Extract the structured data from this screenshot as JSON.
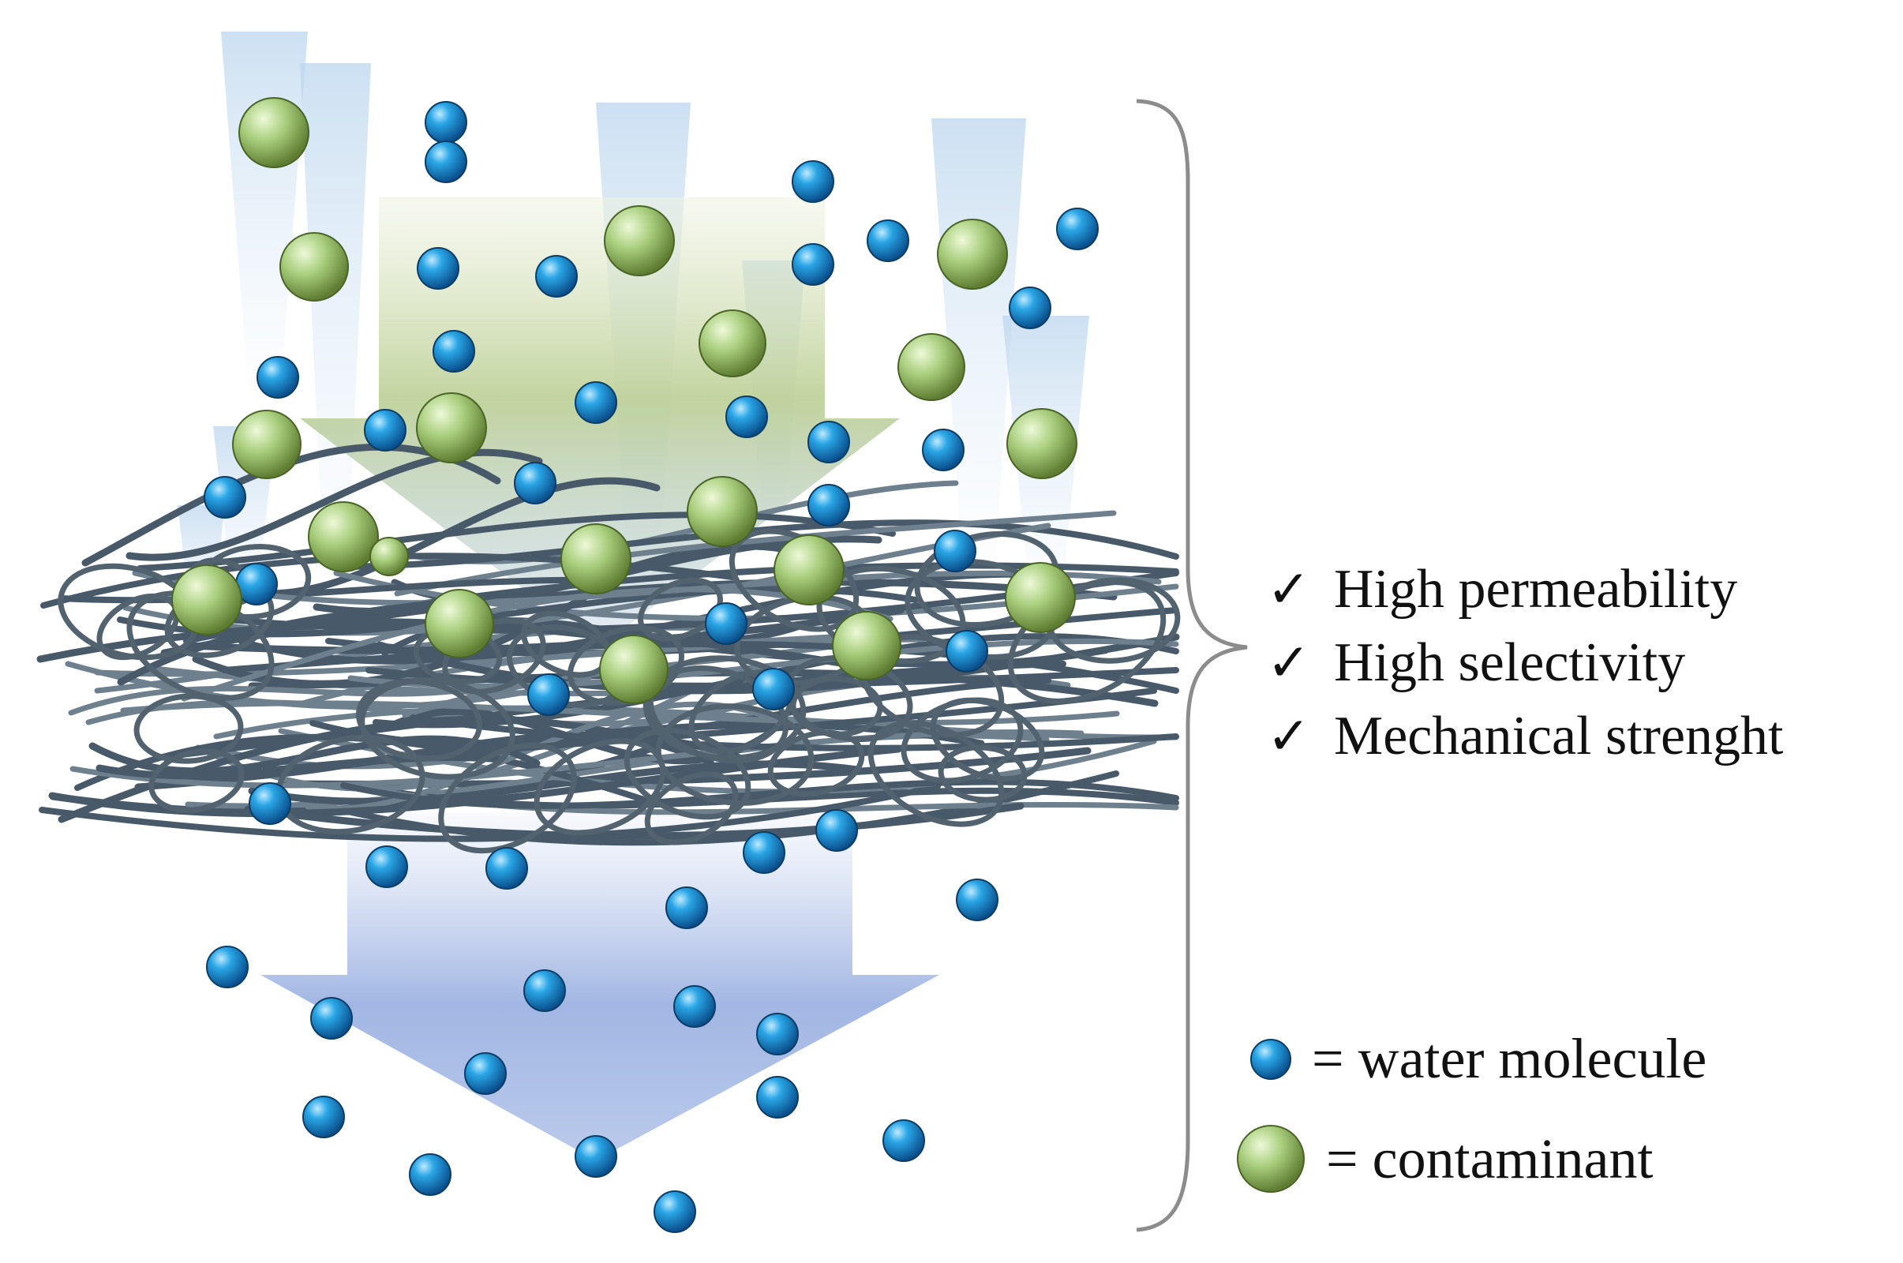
{
  "properties": [
    {
      "label": "High permeability",
      "icon": "check-icon",
      "mark": "✓"
    },
    {
      "label": "High selectivity",
      "icon": "check-icon",
      "mark": "✓"
    },
    {
      "label": "Mechanical strenght",
      "icon": "check-icon",
      "mark": "✓"
    }
  ],
  "legend": {
    "water": {
      "label": "= water molecule",
      "color": "#1a8fd6",
      "icon": "water-molecule-icon"
    },
    "contaminant": {
      "label": "= contaminant",
      "color": "#a9cf7e",
      "icon": "contaminant-icon"
    }
  },
  "colors": {
    "membrane_fiber": "#4f5f6e",
    "feed_arrow": "#b3c98c",
    "permeate_arrow": "#8aa6dc",
    "brace": "#888888"
  }
}
